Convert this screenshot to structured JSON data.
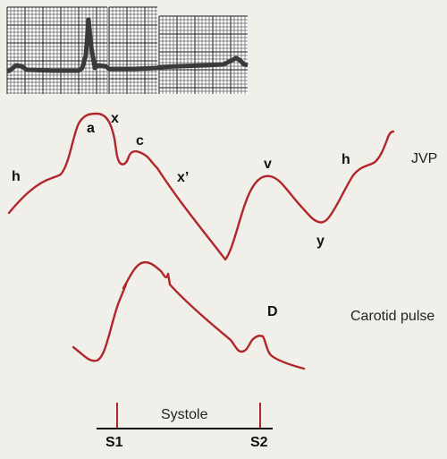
{
  "colors": {
    "waveform": "#b0262a",
    "ecg_trace": "#3a3a3a",
    "ecg_grid": "#1a1a1a",
    "background": "#f1efe9",
    "timeline": "#111111"
  },
  "jvp": {
    "label": "JVP",
    "wave_labels": {
      "h_left": "h",
      "a": "a",
      "x": "x",
      "c": "c",
      "x_prime": "x’",
      "v": "v",
      "y": "y",
      "h_right": "h"
    }
  },
  "carotid": {
    "label": "Carotid pulse",
    "wave_labels": {
      "d": "D"
    }
  },
  "timeline": {
    "systole_label": "Systole",
    "s1_label": "S1",
    "s2_label": "S2"
  }
}
